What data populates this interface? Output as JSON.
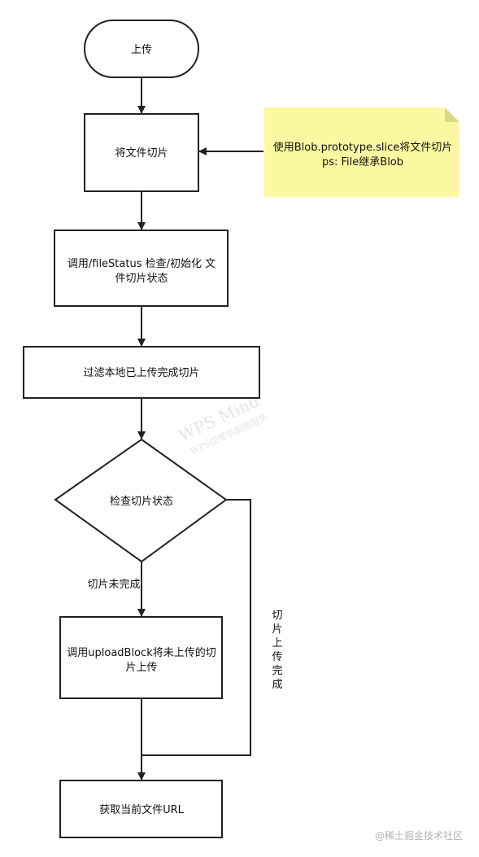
{
  "nodes": {
    "start": "上传",
    "slice_file": "将文件切片",
    "call_status_line1": "调用/fileStatus 检查/初始化 文",
    "call_status_line2": "件切片状态",
    "filter_uploaded": "过滤本地已上传完成切片",
    "check_status": "检查切片状态",
    "upload_block_line1": "调用uploadBlock将未上传的切",
    "upload_block_line2": "片上传",
    "get_url": "获取当前文件URL"
  },
  "note": {
    "line1": "使用Blob.prototype.slice将文件切片",
    "line2": "ps: File继承Blob",
    "color": "#fcf8a2"
  },
  "edge_labels": {
    "not_complete": "切片未完成",
    "complete_chars": [
      "切",
      "片",
      "上",
      "传",
      "完",
      "成"
    ]
  },
  "watermark": {
    "line1": "WPS Mind",
    "line2": "WPS仅提供脑图服务"
  },
  "footer": {
    "credit": "@稀土掘金技术社区"
  },
  "colors": {
    "stroke": "#222222",
    "note_fill": "#fcf8a2",
    "note_fold": "#dcd88a",
    "watermark": "#e5e5e5",
    "footer": "#b5b5b5"
  }
}
